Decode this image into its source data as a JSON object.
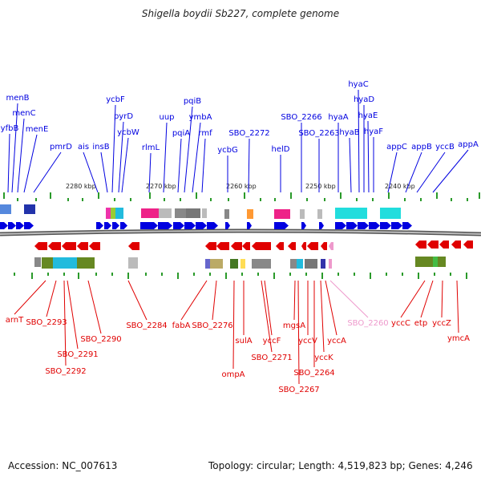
{
  "title": "Shigella boydii Sb227, complete genome",
  "footer": {
    "accession": "Accession: NC_007613",
    "topology": "Topology: circular; Length: 4,519,823 bp; Genes: 4,246"
  },
  "scale_labels": [
    "2280 kbp",
    "2270 kbp",
    "2260 kbp",
    "2250 kbp",
    "2240 kbp"
  ],
  "top_genes": [
    "menB",
    "menC",
    "yfbB",
    "menE",
    "pmrD",
    "ais",
    "insB",
    "ycbF",
    "pyrD",
    "ycbW",
    "rlmL",
    "uup",
    "pqiB",
    "pqiA",
    "ymbA",
    "rmf",
    "ycbG",
    "SBO_2272",
    "helD",
    "SBO_2266",
    "SBO_2263",
    "hyaA",
    "hyaC",
    "hyaD",
    "hyaB",
    "hyaE",
    "hyaF",
    "appC",
    "appB",
    "yccB",
    "appA"
  ],
  "bottom_genes": [
    "arnT",
    "SBO_2293",
    "SBO_2291",
    "SBO_2292",
    "SBO_2290",
    "SBO_2284",
    "fabA",
    "SBO_2276",
    "sulA",
    "ompA",
    "SBO_2271",
    "yccF",
    "mgsA",
    "SBO_2267",
    "SBO_2264",
    "yccV",
    "yccK",
    "yccA",
    "SBO_2260",
    "yccC",
    "etp",
    "yccZ",
    "ymcA"
  ],
  "colors": {
    "forward_gene": "#0000e0",
    "reverse_gene": "#e00000",
    "highlight_gene": "#ee99cc",
    "backbone": "#888888",
    "tick": "#2a9a2a"
  }
}
